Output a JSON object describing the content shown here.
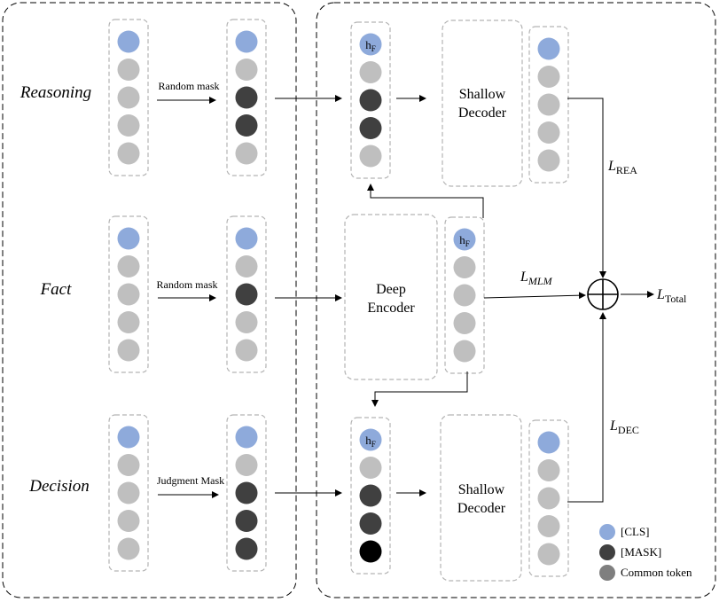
{
  "rows": {
    "reasoning": {
      "label": "Reasoning",
      "mask_label": "Random mask"
    },
    "fact": {
      "label": "Fact",
      "mask_label": "Random mask"
    },
    "decision": {
      "label": "Decision",
      "mask_label": "Judgment Mask"
    }
  },
  "token_columns": {
    "reasoning_input": [
      "cls",
      "common",
      "common",
      "common",
      "common"
    ],
    "reasoning_masked": [
      "cls",
      "common",
      "mask",
      "mask",
      "common"
    ],
    "fact_input": [
      "cls",
      "common",
      "common",
      "common",
      "common"
    ],
    "fact_masked": [
      "cls",
      "common",
      "mask",
      "common",
      "common"
    ],
    "decision_input": [
      "cls",
      "common",
      "common",
      "common",
      "common"
    ],
    "decision_masked": [
      "cls",
      "common",
      "mask",
      "mask",
      "mask"
    ],
    "rea_decoder_in": [
      "hf",
      "common",
      "mask",
      "mask",
      "common"
    ],
    "rea_decoder_out": [
      "cls",
      "common",
      "common",
      "common",
      "common"
    ],
    "encoder_out": [
      "hf",
      "common",
      "common",
      "common",
      "common"
    ],
    "dec_decoder_in": [
      "hf",
      "common",
      "mask",
      "mask",
      "black"
    ],
    "dec_decoder_out": [
      "cls",
      "common",
      "common",
      "common",
      "common"
    ]
  },
  "blocks": {
    "shallow_decoder_top": [
      "Shallow",
      "Decoder"
    ],
    "deep_encoder": [
      "Deep",
      "Encoder"
    ],
    "shallow_decoder_bottom": [
      "Shallow",
      "Decoder"
    ]
  },
  "hf_label": {
    "base": "h",
    "sub": "F"
  },
  "losses": {
    "rea": {
      "base": "L",
      "sub": "REA"
    },
    "mlm": {
      "base": "L",
      "sub": "MLM"
    },
    "dec": {
      "base": "L",
      "sub": "DEC"
    },
    "total": {
      "base": "L",
      "sub": "Total"
    }
  },
  "legend": [
    {
      "type": "cls",
      "label": "[CLS]"
    },
    {
      "type": "mask",
      "label": "[MASK]"
    },
    {
      "type": "legend-common",
      "label": "Common token"
    }
  ],
  "colors": {
    "cls": "#8eaadb",
    "common": "#bfbfbf",
    "mask": "#404040",
    "black": "#000000",
    "legend-common": "#7f7f7f",
    "dashed_border": "#b3b3b3",
    "panel_border": "#000000"
  }
}
